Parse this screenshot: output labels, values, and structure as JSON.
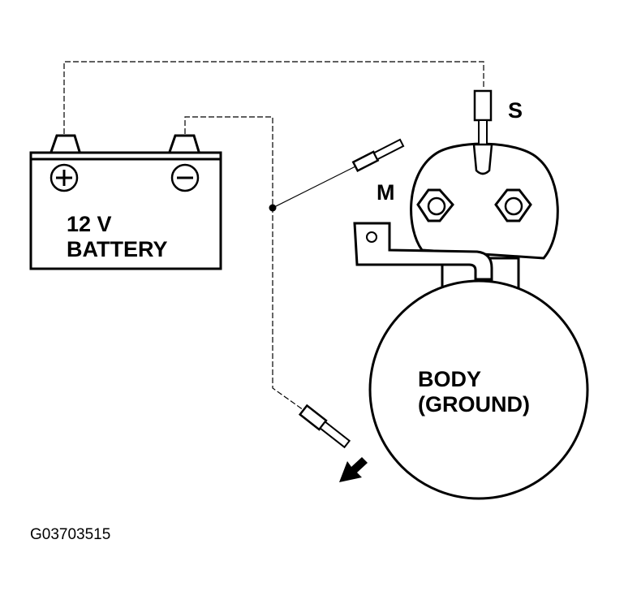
{
  "battery": {
    "label_line1": "12 V",
    "label_line2": "BATTERY",
    "positive_symbol": "+",
    "negative_symbol": "−"
  },
  "solenoid": {
    "s_label": "S",
    "m_label": "M"
  },
  "body": {
    "label_line1": "BODY",
    "label_line2": "(GROUND)"
  },
  "figure_id": "G03703515",
  "icons": [
    "battery-icon",
    "starter-solenoid-icon",
    "starter-body-icon",
    "test-lead-probe-icon",
    "direction-arrow-icon"
  ]
}
